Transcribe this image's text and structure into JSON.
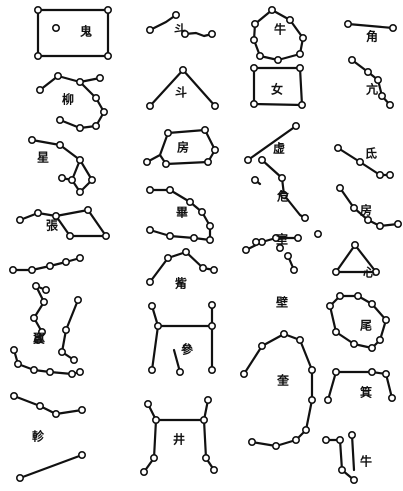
{
  "mansions": [
    {
      "label": "鬼"
    },
    {
      "label": "斗"
    },
    {
      "label": "牛"
    },
    {
      "label": "角"
    },
    {
      "label": "柳"
    },
    {
      "label": "斗"
    },
    {
      "label": "女"
    },
    {
      "label": "亢"
    },
    {
      "label": "星"
    },
    {
      "label": "房"
    },
    {
      "label": "虚"
    },
    {
      "label": "氐"
    },
    {
      "label": "張"
    },
    {
      "label": "畢"
    },
    {
      "label": "危"
    },
    {
      "label": "房"
    },
    {
      "label": "室"
    },
    {
      "label": "心"
    },
    {
      "label": "觜"
    },
    {
      "label": "壁"
    },
    {
      "label": "尾"
    },
    {
      "label": "翼"
    },
    {
      "label": "參"
    },
    {
      "label": "奎"
    },
    {
      "label": "箕"
    },
    {
      "label": "軫"
    },
    {
      "label": "井"
    },
    {
      "label": "牛"
    }
  ]
}
